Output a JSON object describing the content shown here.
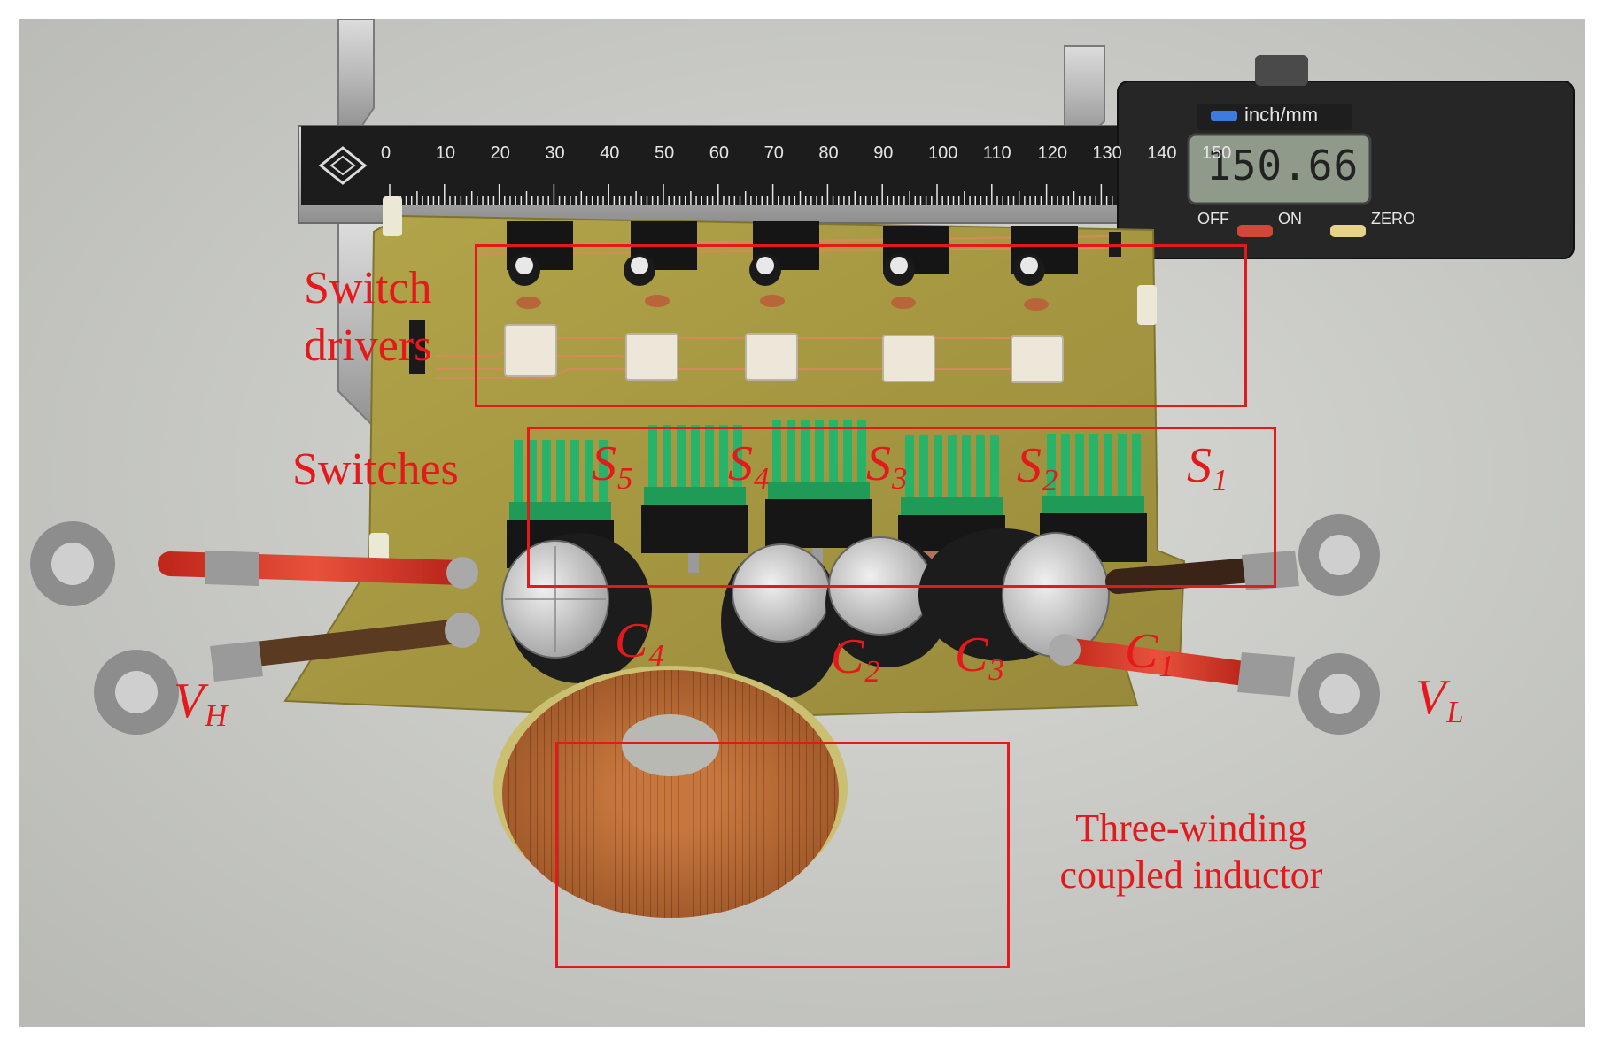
{
  "caliper": {
    "display_value": "150.66",
    "unit_label": "inch/mm",
    "off_label": "OFF",
    "on_label": "ON",
    "zero_label": "ZERO",
    "scale_ticks": [
      "0",
      "10",
      "20",
      "30",
      "40",
      "50",
      "60",
      "70",
      "80",
      "90",
      "100",
      "110",
      "120",
      "130",
      "140",
      "150"
    ]
  },
  "labels": {
    "switch_drivers_line1": "Switch",
    "switch_drivers_line2": "drivers",
    "switches": "Switches",
    "inductor_line1": "Three-winding",
    "inductor_line2": "coupled inductor"
  },
  "switches": [
    {
      "base": "S",
      "sub": "5"
    },
    {
      "base": "S",
      "sub": "4"
    },
    {
      "base": "S",
      "sub": "3"
    },
    {
      "base": "S",
      "sub": "2"
    },
    {
      "base": "S",
      "sub": "1"
    }
  ],
  "capacitors": [
    {
      "base": "C",
      "sub": "4"
    },
    {
      "base": "C",
      "sub": "2"
    },
    {
      "base": "C",
      "sub": "3"
    },
    {
      "base": "C",
      "sub": "1"
    }
  ],
  "terminals": {
    "vh": {
      "base": "V",
      "sub": "H"
    },
    "vl": {
      "base": "V",
      "sub": "L"
    }
  },
  "colors": {
    "annotation_red": "#e3191c",
    "pcb_green": "#a89a3f",
    "heatsink_green": "#27b36a",
    "copper": "#b5652e"
  }
}
